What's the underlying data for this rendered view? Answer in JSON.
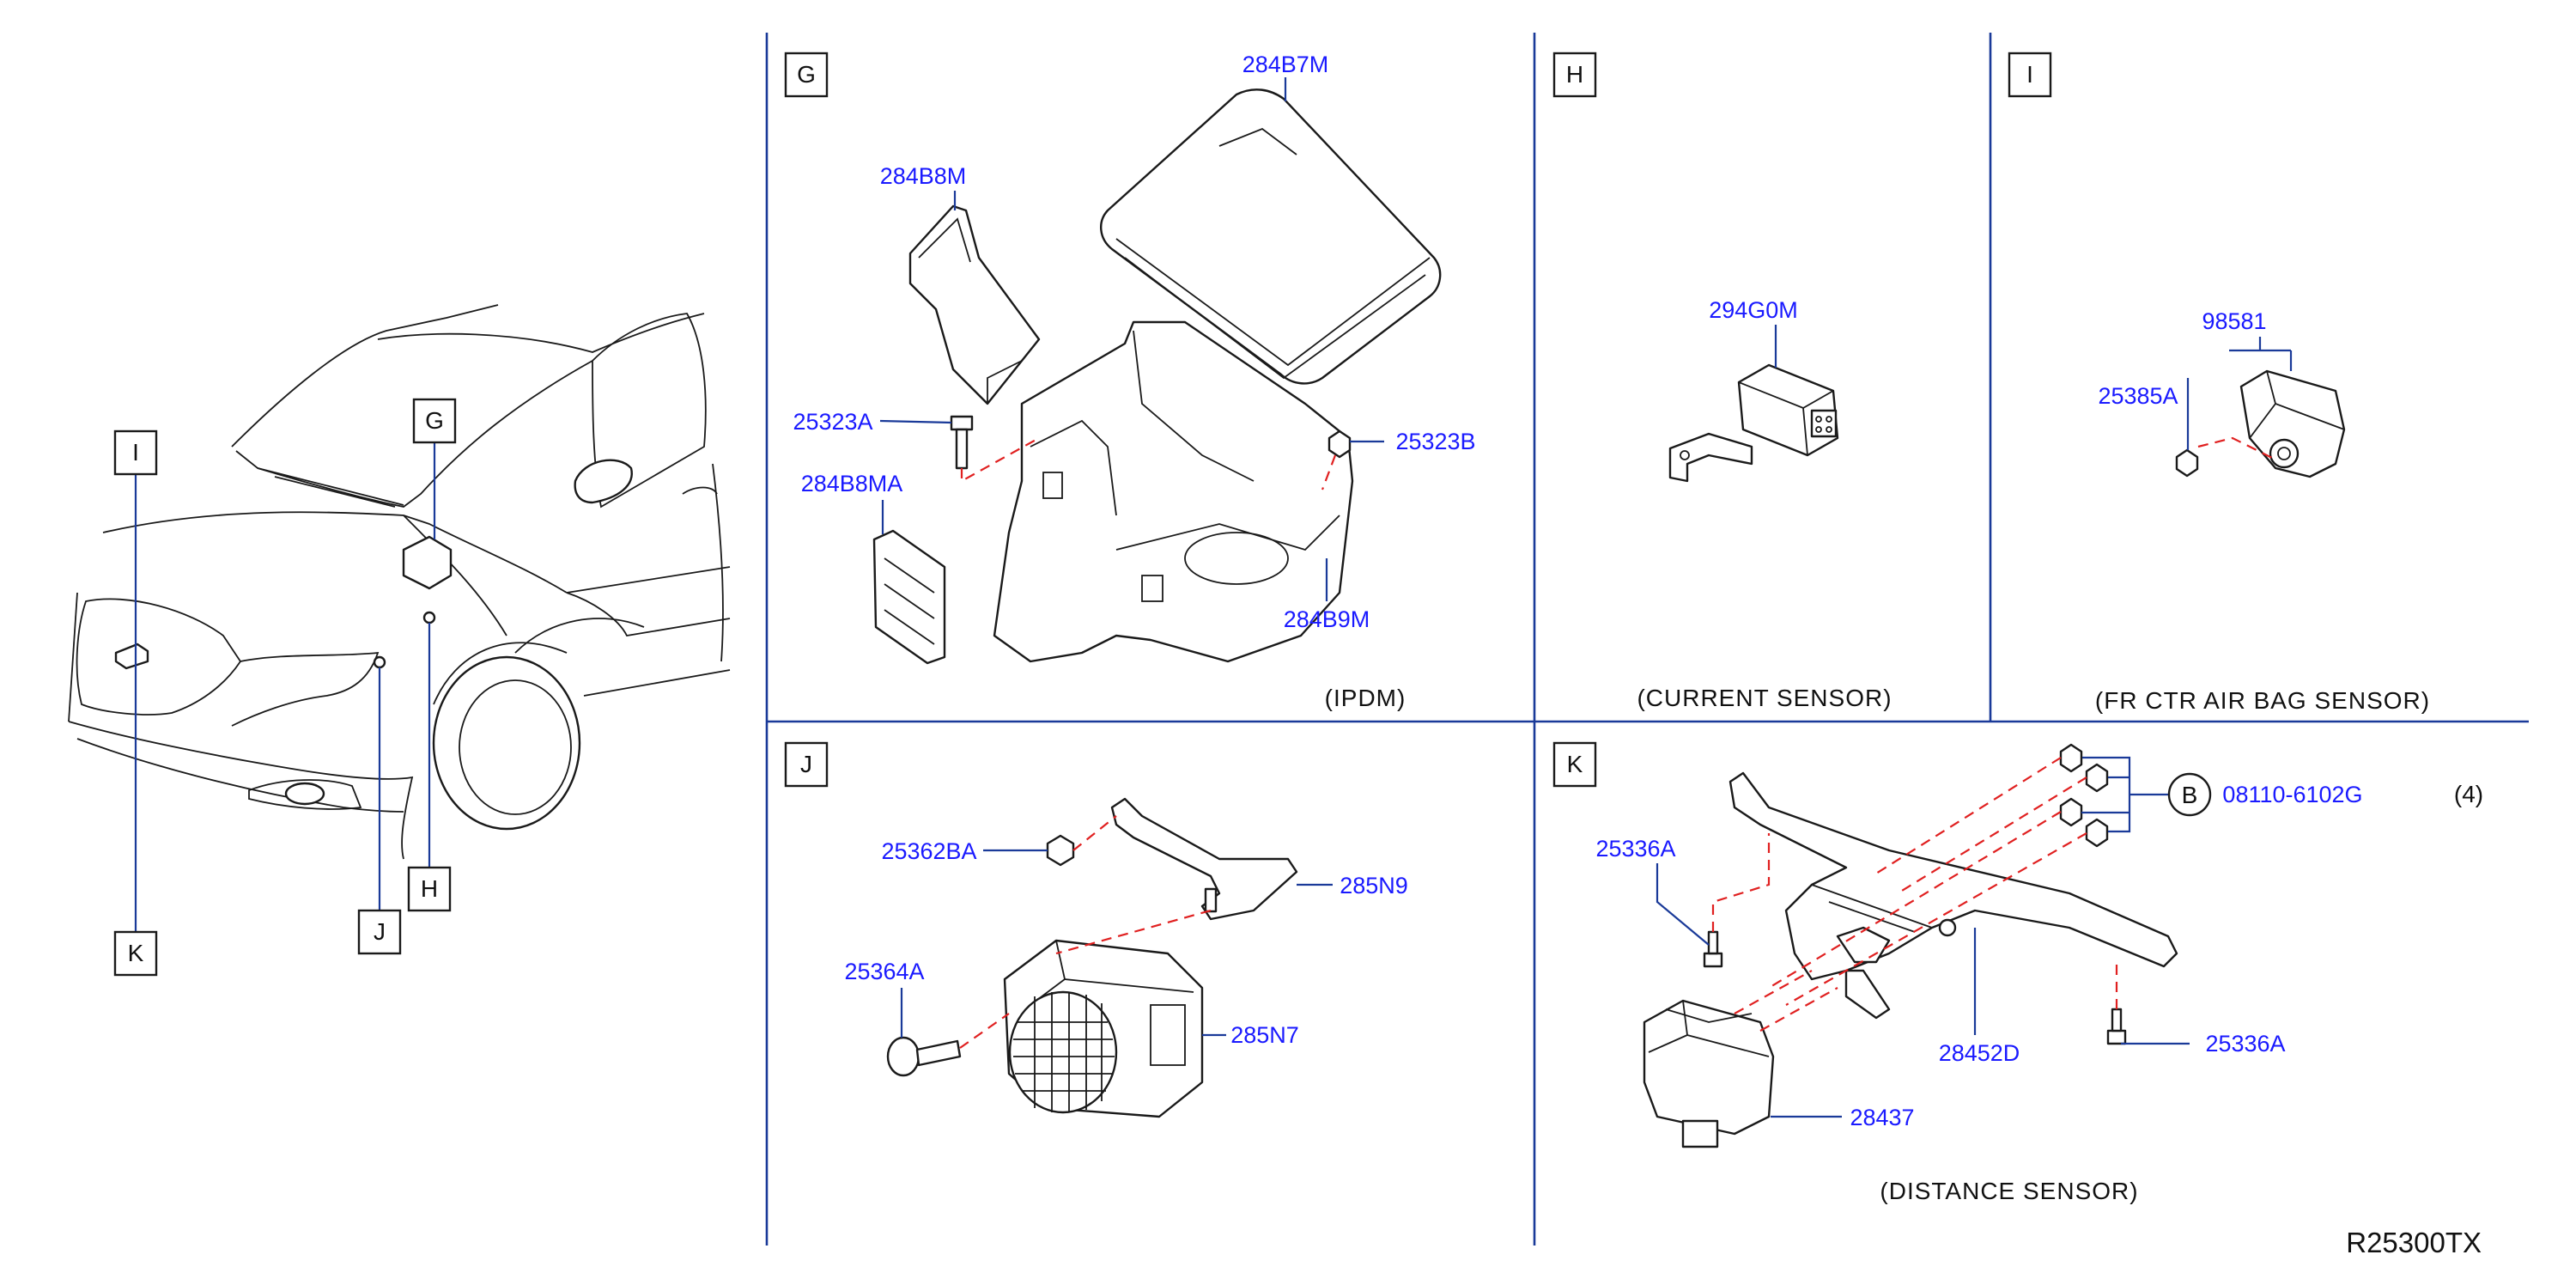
{
  "colors": {
    "part_number": "#1a1aff",
    "leader": "#1a3a99",
    "dashed_leader": "#e02020",
    "divider": "#1a3a99",
    "drawing": "#1a1a1a"
  },
  "overview": {
    "callouts": [
      "I",
      "G",
      "H",
      "J",
      "K"
    ]
  },
  "panels": {
    "G": {
      "letter": "G",
      "caption": "(IPDM)",
      "parts": [
        "284B7M",
        "284B8M",
        "25323A",
        "25323B",
        "284B8MA",
        "284B9M"
      ]
    },
    "H": {
      "letter": "H",
      "caption": "(CURRENT   SENSOR)",
      "parts": [
        "294G0M"
      ]
    },
    "I": {
      "letter": "I",
      "caption": "(FR   CTR   AIR   BAG   SENSOR)",
      "parts": [
        "98581",
        "25385A"
      ]
    },
    "J": {
      "letter": "J",
      "parts": [
        "25362BA",
        "285N9",
        "25364A",
        "285N7"
      ]
    },
    "K": {
      "letter": "K",
      "caption": "(DISTANCE   SENSOR)",
      "parts": [
        "25336A",
        "08110-6102G",
        "25336A",
        "28452D",
        "28437"
      ],
      "bolt_symbol": "B",
      "quantity": "(4)"
    }
  },
  "diagram_id": "R25300TX"
}
